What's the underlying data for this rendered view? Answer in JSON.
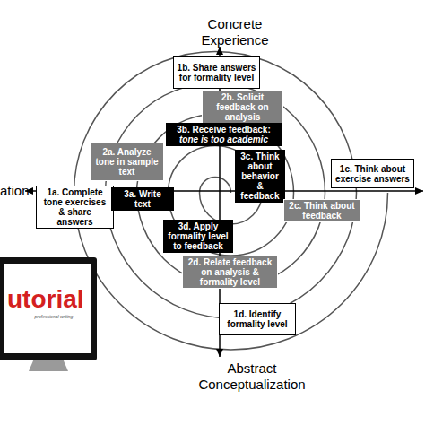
{
  "diagram": {
    "nodes": [
      {
        "text": [
          "1b. Share answers for formality level"
        ]
      },
      {
        "text": [
          "2b. Solicit feedback on analysis"
        ]
      },
      {
        "text": [
          "3b. Receive feedback:",
          "tone is too academic"
        ]
      },
      {
        "text": [
          "2a. Analyze tone in sample text"
        ]
      },
      {
        "text": [
          "3c. Think about behavior & feedback"
        ]
      },
      {
        "text": [
          "1c. Think about exercise answers"
        ]
      },
      {
        "text": [
          "1a. Complete tone exercises & share answers"
        ]
      },
      {
        "text": [
          "3a. Write text"
        ]
      },
      {
        "text": [
          "2c. Think about feedback"
        ]
      },
      {
        "text": [
          "3d. Apply formality level to feedback"
        ]
      },
      {
        "text": [
          "2d. Relate feedback on analysis & formality level"
        ]
      },
      {
        "text": [
          "1d. Identify formality level"
        ]
      }
    ],
    "labels": [
      "Concrete Experience",
      "ation",
      "Abstract Conceptualization",
      "utorial",
      "professional writing"
    ]
  }
}
